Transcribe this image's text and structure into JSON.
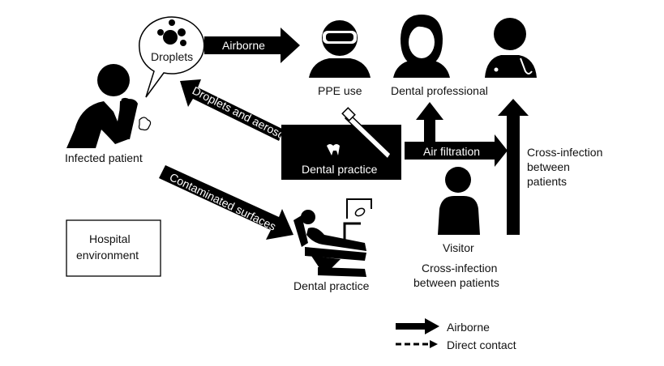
{
  "nodes": {
    "infected_patient": "Infected patient",
    "droplets": "Droplets",
    "ppe_use": "PPE use",
    "dental_professional": "Dental professional",
    "dental_practice_box": "Dental practice",
    "dental_practice_chair": "Dental practice",
    "hospital_environment": [
      "Hospital",
      "environment"
    ],
    "visitor": "Visitor",
    "visitor_cross_infection": [
      "Cross-infection",
      "between patients"
    ],
    "cross_infection_right": [
      "Cross-infection",
      "between",
      "patients"
    ]
  },
  "arrows": {
    "airborne": "Airborne",
    "droplets_aerosols": "Droplets and aerosols",
    "contaminated_surfaces": "Contaminated surfaces",
    "air_filtration": "Air filtration"
  },
  "legend": {
    "items": [
      {
        "style": "solid",
        "label": "Airborne"
      },
      {
        "style": "dashed",
        "label": "Direct contact"
      }
    ]
  },
  "colors": {
    "ink": "#000000",
    "paper": "#ffffff"
  }
}
